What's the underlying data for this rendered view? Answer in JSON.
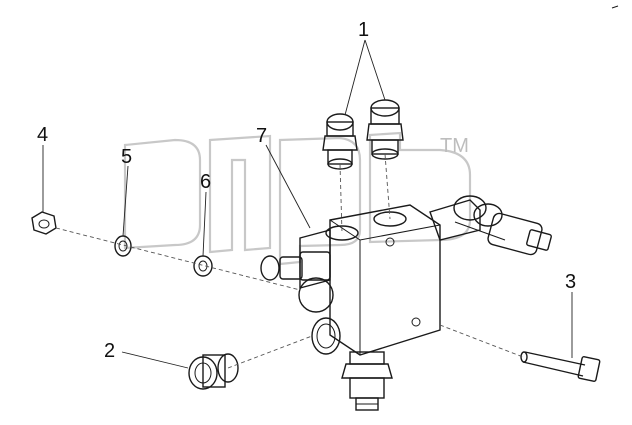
{
  "diagram": {
    "callouts": [
      {
        "id": "c1",
        "label": "1"
      },
      {
        "id": "c2",
        "label": "2"
      },
      {
        "id": "c3",
        "label": "3"
      },
      {
        "id": "c4",
        "label": "4"
      },
      {
        "id": "c5",
        "label": "5"
      },
      {
        "id": "c6",
        "label": "6"
      },
      {
        "id": "c7",
        "label": "7"
      }
    ],
    "watermark": {
      "mark": "TM"
    },
    "colors": {
      "ink": "#1a1a1a",
      "watermark": "#c8c8c8",
      "background": "#ffffff"
    }
  }
}
